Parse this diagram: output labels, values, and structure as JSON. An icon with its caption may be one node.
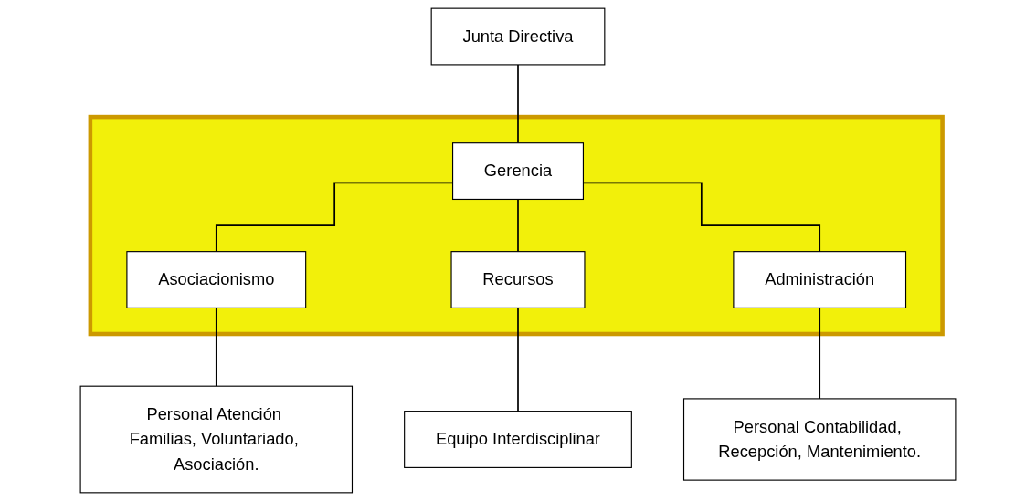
{
  "diagram": {
    "nodes": [
      {
        "text": [
          "Junta Directiva"
        ]
      },
      {
        "text": [],
        "shape": "box"
      },
      {
        "text": [
          "Gerencia"
        ],
        "in": 1
      },
      {
        "text": [
          "Asociacionismo"
        ],
        "in": 1
      },
      {
        "text": [
          "Recursos"
        ],
        "in": 1
      },
      {
        "text": [
          "Administración"
        ],
        "in": 1
      },
      {
        "text": [
          "Personal Atención Familias, Voluntariado, Asociación."
        ]
      },
      {
        "text": [
          "Equipo Interdisciplinar"
        ]
      },
      {
        "text": [
          "Personal Contabilidad, Recepción, Mantenimiento."
        ]
      }
    ],
    "edges": [
      {
        "from": 0,
        "to": 2,
        "arrow": "none"
      },
      {
        "from": 2,
        "to": 3,
        "arrow": "none"
      },
      {
        "from": 2,
        "to": 4,
        "arrow": "none"
      },
      {
        "from": 2,
        "to": 5,
        "arrow": "none"
      },
      {
        "from": 3,
        "to": 6,
        "arrow": "none"
      },
      {
        "from": 4,
        "to": 7,
        "arrow": "none"
      },
      {
        "from": 5,
        "to": 8,
        "arrow": "none"
      }
    ]
  }
}
